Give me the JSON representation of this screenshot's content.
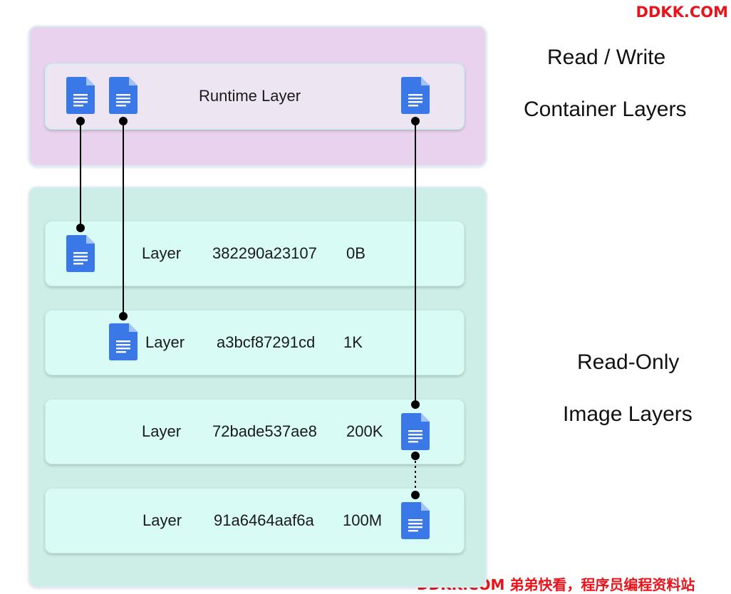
{
  "watermark_top": "DDKK.COM",
  "watermark_bottom": "DDKK.COM 弟弟快看，程序员编程资料站",
  "container_side": {
    "line1": "Read / Write",
    "line2": "Container Layers"
  },
  "image_side": {
    "line1": "Read-Only",
    "line2": "Image Layers"
  },
  "runtime_label": "Runtime Layer",
  "layers": [
    {
      "label": "Layer",
      "id": "382290a23107",
      "size": "0B"
    },
    {
      "label": "Layer",
      "id": "a3bcf87291cd",
      "size": "1K"
    },
    {
      "label": "Layer",
      "id": "72bade537ae8",
      "size": "200K"
    },
    {
      "label": "Layer",
      "id": "91a6464aaf6a",
      "size": "100M"
    }
  ],
  "colors": {
    "container_panel": "#e8d2ee",
    "image_panel": "#cdeee6",
    "doc_icon": "#3b78e7",
    "watermark": "#e8131b"
  },
  "icons": [
    "document-icon"
  ]
}
